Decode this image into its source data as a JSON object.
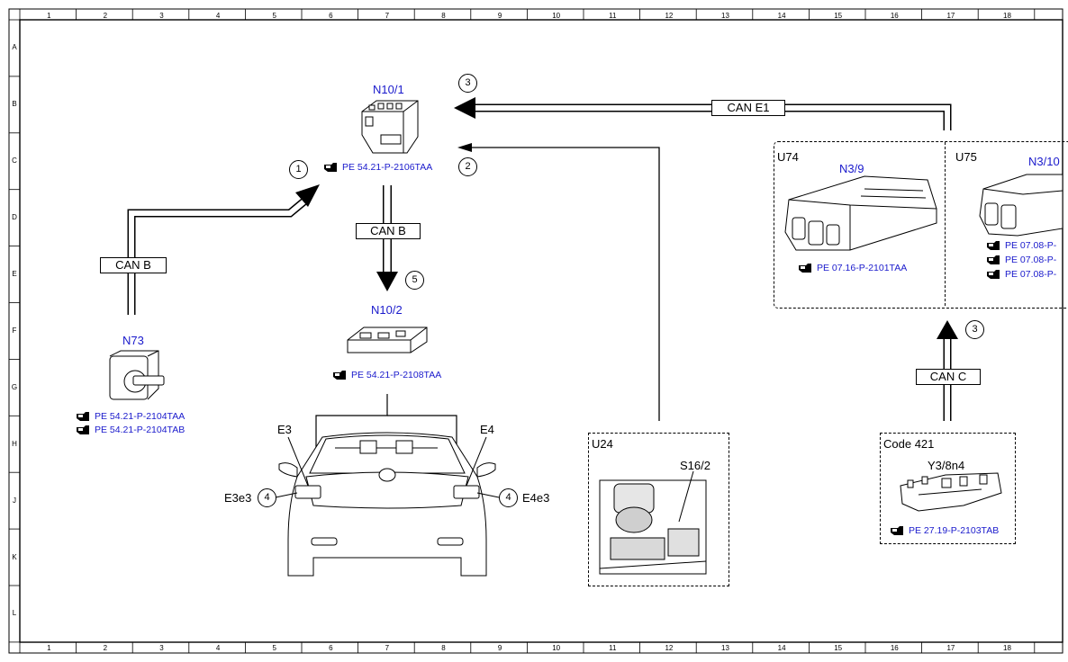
{
  "grid": {
    "columns": [
      "1",
      "2",
      "3",
      "4",
      "5",
      "6",
      "7",
      "8",
      "9",
      "10",
      "11",
      "12",
      "13",
      "14",
      "15",
      "16",
      "17",
      "18"
    ],
    "rows": [
      "A",
      "B",
      "C",
      "D",
      "E",
      "F",
      "G",
      "H",
      "J",
      "K",
      "L"
    ]
  },
  "components": {
    "n10_1": {
      "label": "N10/1",
      "ref": "PE 54.21-P-2106TAA"
    },
    "n10_2": {
      "label": "N10/2",
      "ref": "PE 54.21-P-2108TAA"
    },
    "n73": {
      "label": "N73",
      "refs": [
        "PE 54.21-P-2104TAA",
        "PE 54.21-P-2104TAB"
      ]
    },
    "n3_9": {
      "group": "U74",
      "label": "N3/9",
      "ref": "PE 07.16-P-2101TAA"
    },
    "n3_10": {
      "group": "U75",
      "label": "N3/10",
      "refs": [
        "PE 07.08-P-",
        "PE 07.08-P-",
        "PE 07.08-P-"
      ]
    },
    "u24": {
      "group": "U24",
      "label": "S16/2"
    },
    "y3_8n4": {
      "group": "Code 421",
      "label": "Y3/8n4",
      "ref": "PE 27.19-P-2103TAB"
    },
    "car": {
      "e3": "E3",
      "e4": "E4",
      "e3e3": "E3e3",
      "e4e3": "E4e3"
    }
  },
  "buses": {
    "can_b_left": "CAN B",
    "can_b_center": "CAN B",
    "can_e1": "CAN E1",
    "can_c": "CAN C"
  },
  "callouts": {
    "c1": "1",
    "c2": "2",
    "c3_top": "3",
    "c3_right": "3",
    "c4_left": "4",
    "c4_right": "4",
    "c5": "5"
  }
}
